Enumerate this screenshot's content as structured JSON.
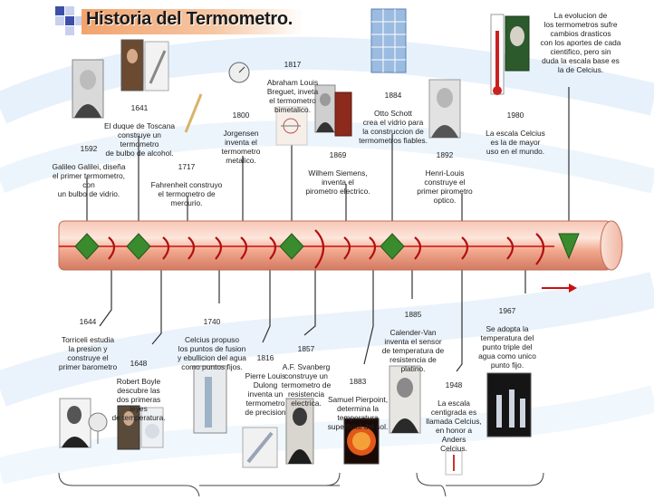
{
  "title": "Historia del Termometro.",
  "intro": "La evolucion de\nlos termometros sufre\ncambios drasticos\ncon los aportes de cada\ncientifico, pero sin\nduda la escala base es\nla de Celcius.",
  "events_top": [
    {
      "year": "1592",
      "text": "Galileo Galilei, diseña\nel primer termometro, con\nun bulbo de vidrio."
    },
    {
      "year": "1641",
      "text": "El duque de Toscana\nconstruye un termometro\nde bulbo de alcohol."
    },
    {
      "year": "1717",
      "text": "Fahrenheit construyo\nel termometro de\nmercurio."
    },
    {
      "year": "1800",
      "text": "Jorgensen\ninventa el\ntermometro\nmetalico."
    },
    {
      "year": "1817",
      "text": "Abraham Louis\nBreguet, inveta\nel termometro\nbimetalico."
    },
    {
      "year": "1869",
      "text": "Wilhem Siemens,\ninventa el\npirometro electrico."
    },
    {
      "year": "1884",
      "text": "Otto Schott\ncrea el vidrio para\nla construccion de\ntermometros fiables."
    },
    {
      "year": "1892",
      "text": "Henri-Louis\nconstruye el\nprimer pirometro\noptico."
    },
    {
      "year": "1980",
      "text": "La escala Celcius\nes la de mayor\nuso en el mundo."
    }
  ],
  "events_bottom": [
    {
      "year": "1644",
      "text": "Torriceli estudia\nla presion y\nconstruye el\nprimer barometro"
    },
    {
      "year": "1648",
      "text": "Robert Boyle\ndescubre las\ndos primeras leyes\nde temperatura."
    },
    {
      "year": "1740",
      "text": "Celcius propuso\nlos puntos de fusion\ny ebullicion del agua\ncomo puntos fijos."
    },
    {
      "year": "1816",
      "text": "Pierre Louis\nDulong\ninventa un\ntermometro\nde precision"
    },
    {
      "year": "1857",
      "text": "A.F. Svanberg\nconstruye un\ntermometro de\nresistencia\nelectrica."
    },
    {
      "year": "1883",
      "text": "Samuel Pierpoint,\ndetermina la\ntemperatura\nsuperficial del sol."
    },
    {
      "year": "1885",
      "text": "Calender-Van\ninventa el sensor\nde temperatura de\nresistencia de\nplatino."
    },
    {
      "year": "1948",
      "text": "La escala\ncentigrada es\nllamada Celcius,\nen honor a Anders\nCelcius."
    },
    {
      "year": "1967",
      "text": "Se adopta la\ntemperatura del\npunto triple del\nagua como unico\npunto fijo."
    }
  ],
  "colors": {
    "tube": "#f2b09a",
    "tube_dark": "#d9785f",
    "red": "#cc1010",
    "diamond": "#3a8a2e"
  }
}
